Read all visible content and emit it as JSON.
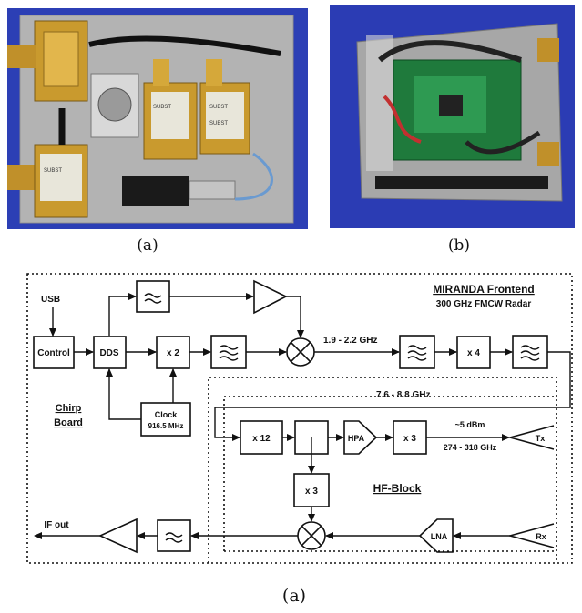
{
  "captions": {
    "photo_a": "(a)",
    "photo_b": "(b)",
    "diagram": "(a)"
  },
  "photo_a": {
    "module_labels": [
      "SUBST",
      "SUBST",
      "SUBST",
      "SUBST"
    ]
  },
  "diagram": {
    "title_line1": "MIRANDA Frontend",
    "title_line2": "300 GHz FMCW Radar",
    "usb": "USB",
    "control": "Control",
    "dds": "DDS",
    "x2": "x 2",
    "clock_line1": "Clock",
    "clock_line2": "916.5 MHz",
    "freq_1": "1.9 - 2.2 GHz",
    "x4": "x 4",
    "freq_2": "7.6 - 8.8 GHz",
    "chirp_line1": "Chirp",
    "chirp_line2": "Board",
    "x12": "x 12",
    "hpa": "HPA",
    "x3_tx": "x 3",
    "power": "~5 dBm",
    "freq_3": "274 - 318 GHz",
    "tx": "Tx",
    "hf_block": "HF-Block",
    "x3_lo": "x 3",
    "lna": "LNA",
    "rx": "Rx",
    "if_out": "IF out"
  }
}
